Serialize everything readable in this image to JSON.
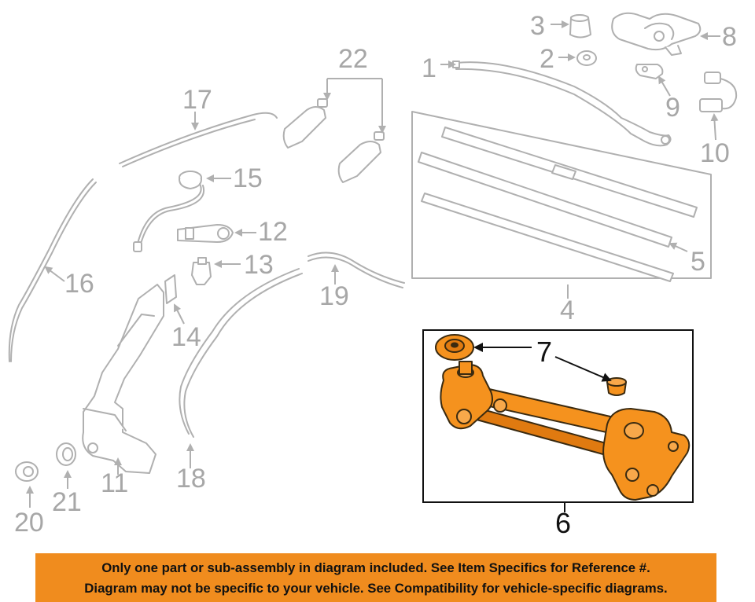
{
  "diagram": {
    "part_callouts": [
      "1",
      "2",
      "3",
      "4",
      "5",
      "6",
      "7",
      "8",
      "9",
      "10",
      "11",
      "12",
      "13",
      "14",
      "15",
      "16",
      "17",
      "18",
      "19",
      "20",
      "21",
      "22"
    ],
    "highlighted_callouts": [
      "6",
      "7"
    ]
  },
  "colors": {
    "highlight_orange": "#f5921e",
    "notice_bar": "#f08c1e",
    "line_art_gray": "#b0b0b0",
    "label_gray": "#a7a7a7",
    "highlight_label": "#111111"
  },
  "notice": {
    "line1": "Only one part or sub-assembly in diagram included. See Item Specifics for Reference #.",
    "line2": "Diagram may not be specific to your vehicle. See Compatibility for vehicle-specific diagrams."
  }
}
